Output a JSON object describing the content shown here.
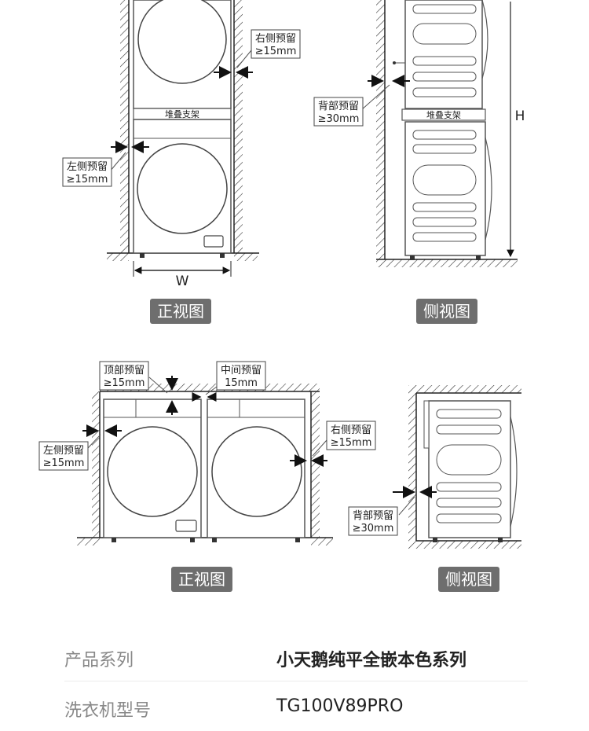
{
  "diagram": {
    "stacked_front": {
      "right_clearance": [
        "右侧预留",
        "≥15mm"
      ],
      "left_clearance": [
        "左侧预留",
        "≥15mm"
      ],
      "bracket_label": "堆叠支架",
      "width_label": "W"
    },
    "stacked_side": {
      "back_clearance": [
        "背部预留",
        "≥30mm"
      ],
      "bracket_label": "堆叠支架",
      "height_label": "H"
    },
    "side_by_side_front": {
      "top_clearance": [
        "顶部预留",
        "≥15mm"
      ],
      "middle_clearance": [
        "中间预留",
        "15mm"
      ],
      "left_clearance": [
        "左侧预留",
        "≥15mm"
      ],
      "right_clearance": [
        "右侧预留",
        "≥15mm"
      ]
    },
    "side_by_side_side": {
      "back_clearance": [
        "背部预留",
        "≥30mm"
      ]
    },
    "view_tags": {
      "front_1": "正视图",
      "side_1": "侧视图",
      "front_2": "正视图",
      "side_2": "侧视图"
    }
  },
  "specs": [
    {
      "key": "产品系列",
      "value": "小天鹅纯平全嵌本色系列"
    },
    {
      "key": "洗衣机型号",
      "value": "TG100V89PRO"
    }
  ]
}
